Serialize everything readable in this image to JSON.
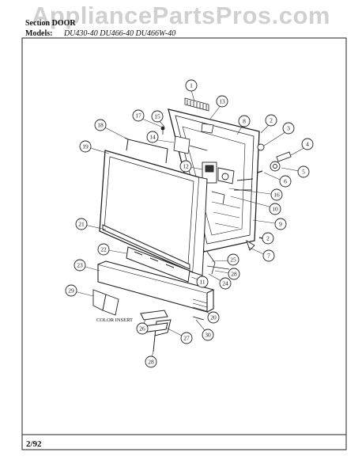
{
  "watermark": "AppliancePartsPros.com",
  "header": {
    "section_label": "Section",
    "section_value": "DOOR",
    "models_label": "Models:",
    "models": "DU430-40  DU466-40  DU466W-40"
  },
  "diagram": {
    "callouts": [
      "1",
      "2",
      "3",
      "4",
      "5",
      "6",
      "7",
      "8",
      "9",
      "10",
      "11",
      "12",
      "13",
      "14",
      "15",
      "16",
      "17",
      "18",
      "19",
      "20",
      "21",
      "22",
      "23",
      "24",
      "25",
      "26",
      "27",
      "28",
      "29",
      "30"
    ],
    "color_insert_label": "COLOR INSERT"
  },
  "footer": {
    "date": "2/92"
  }
}
